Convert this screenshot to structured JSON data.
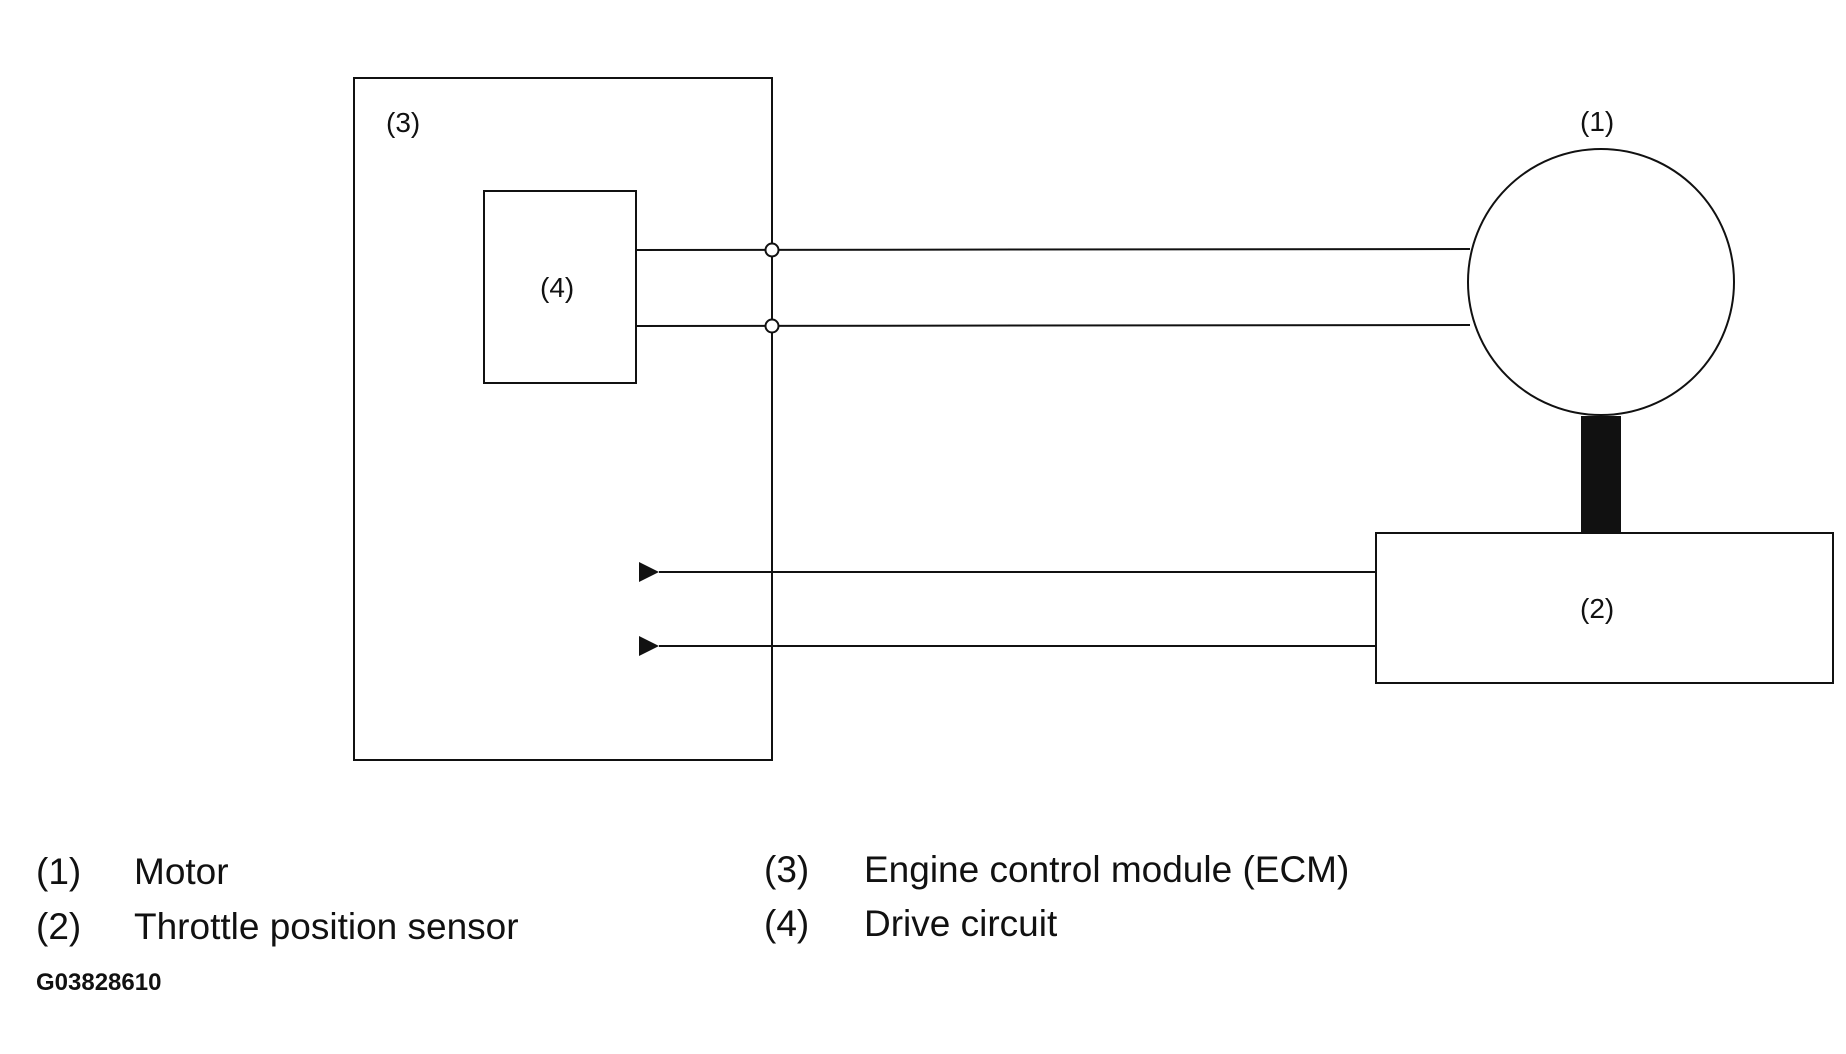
{
  "diagram": {
    "callouts": {
      "ecm": "(3)",
      "drive_circuit": "(4)",
      "motor": "(1)",
      "sensor": "(2)"
    },
    "legend": [
      {
        "num": "(1)",
        "text": "Motor"
      },
      {
        "num": "(2)",
        "text": "Throttle position sensor"
      },
      {
        "num": "(3)",
        "text": "Engine control module (ECM)"
      },
      {
        "num": "(4)",
        "text": "Drive circuit"
      }
    ],
    "figure_code": "G03828610"
  }
}
